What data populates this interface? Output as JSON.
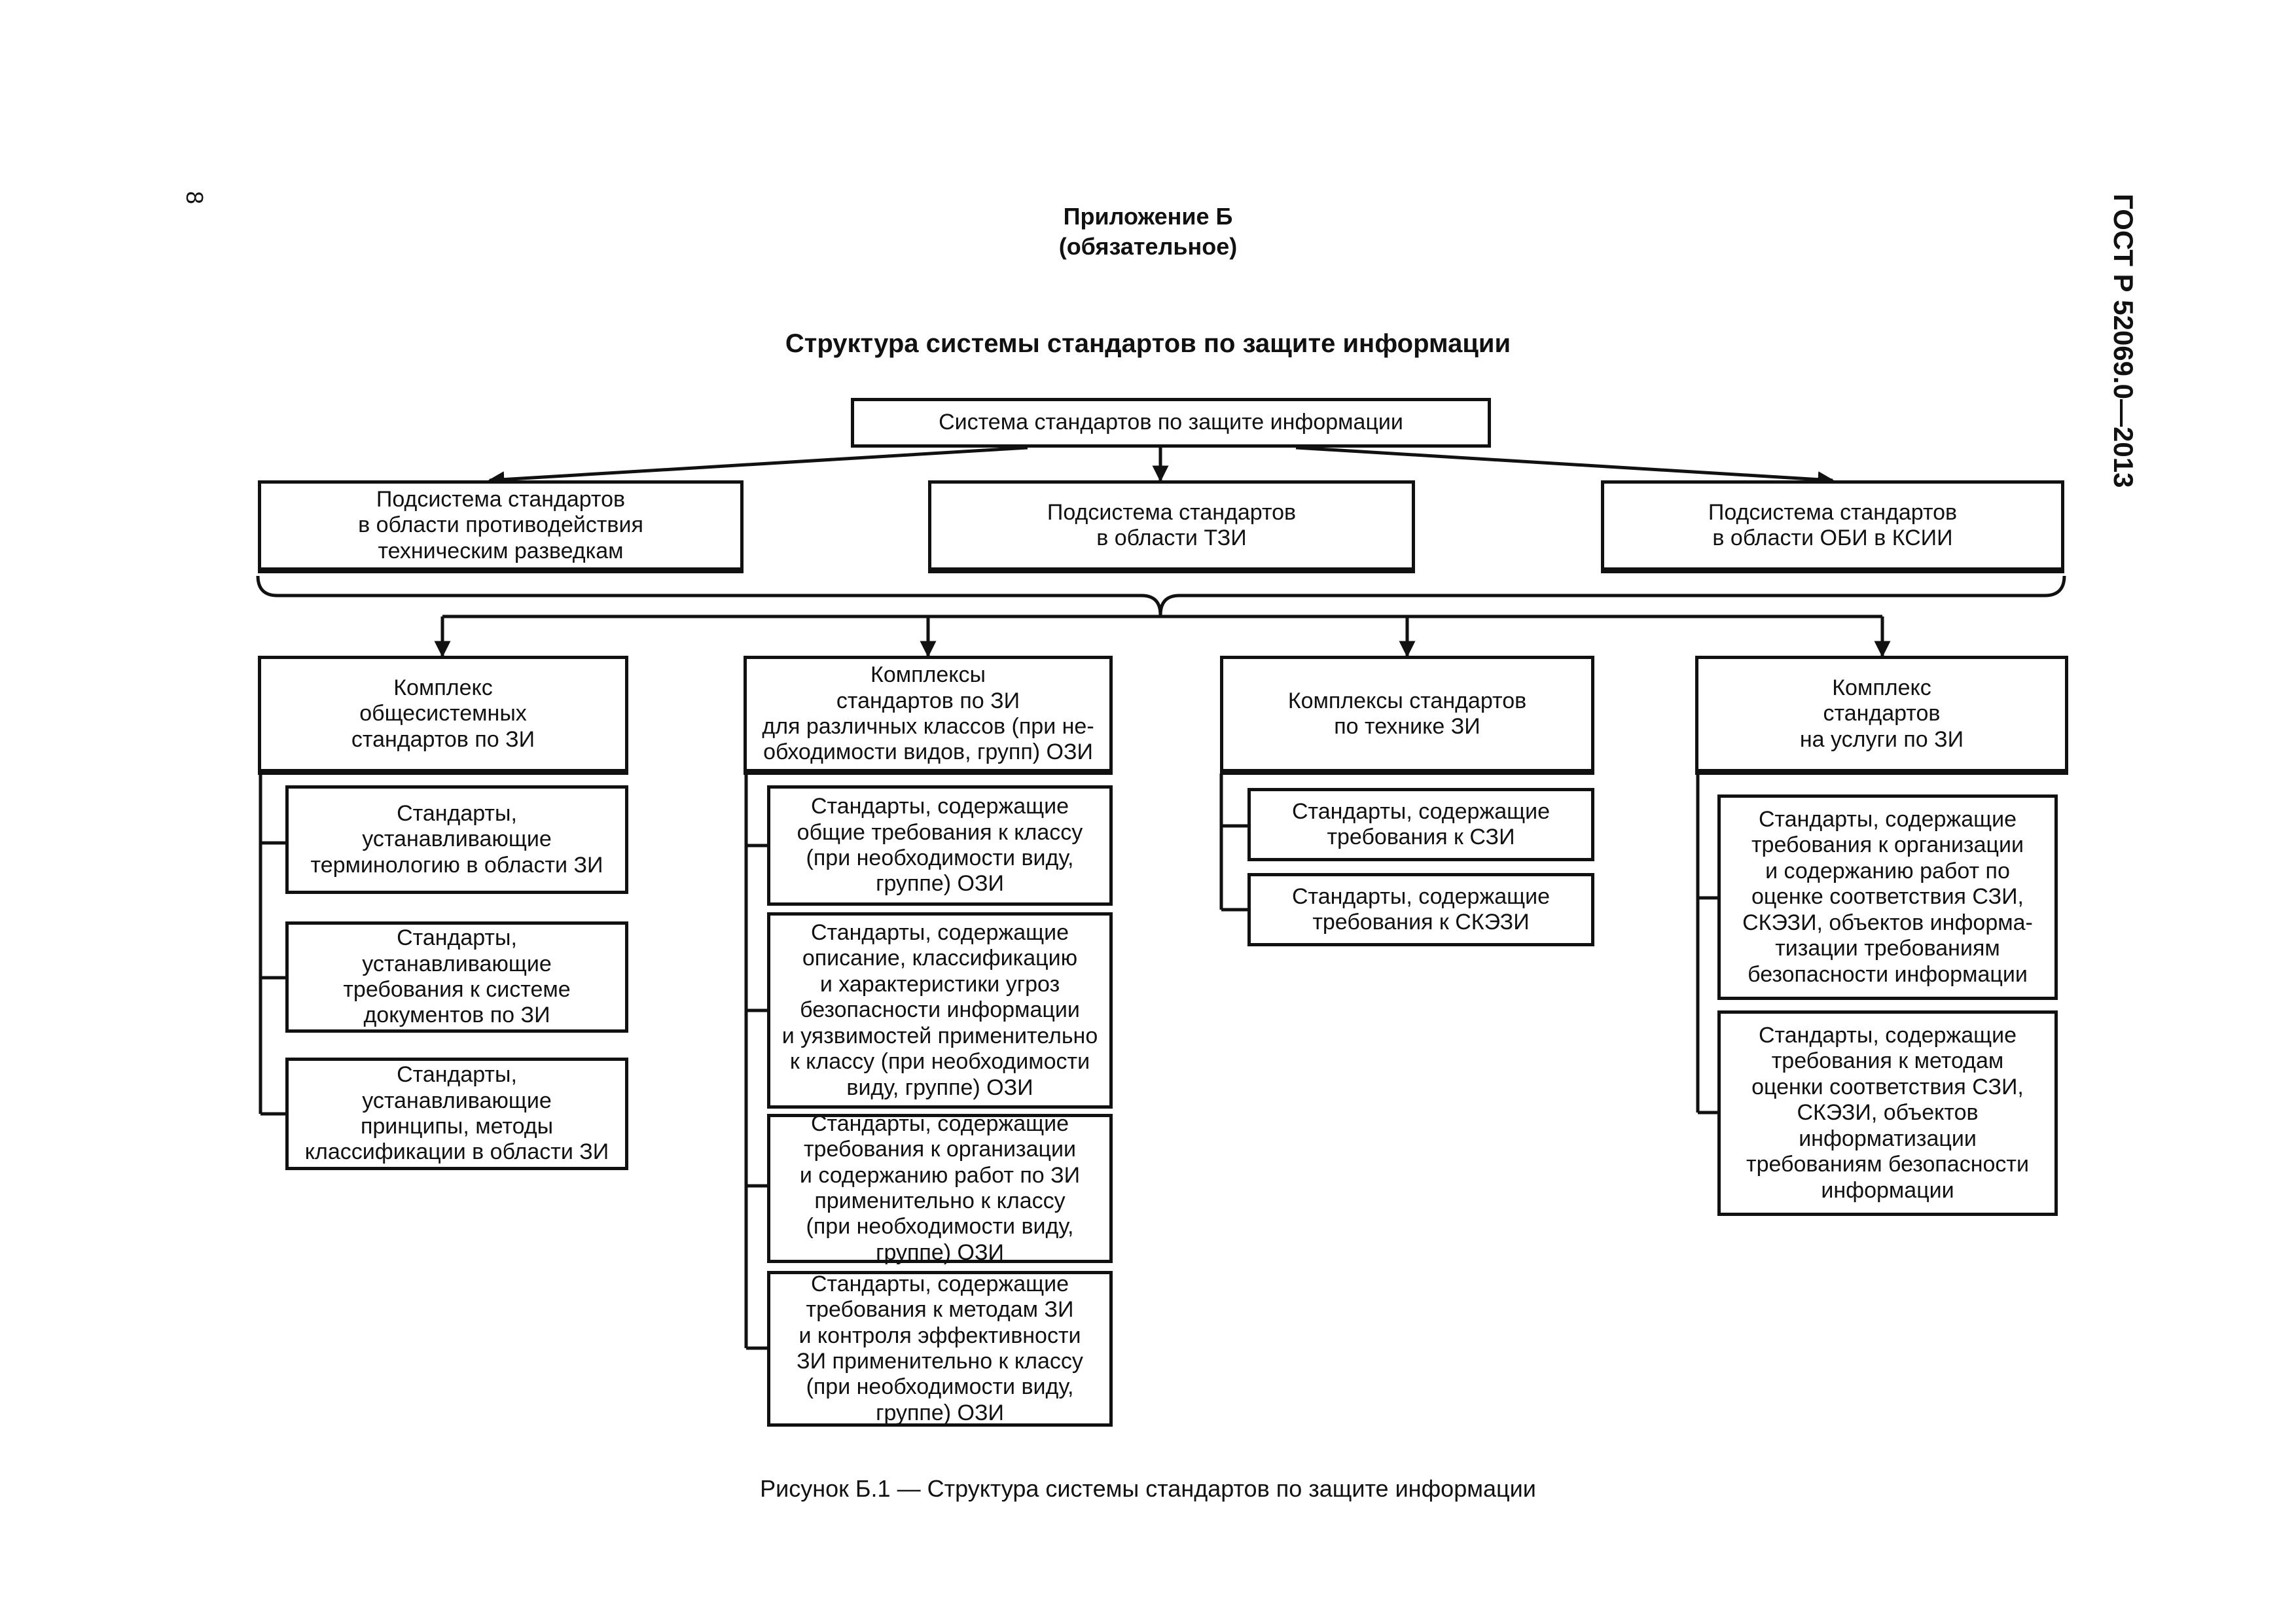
{
  "page": {
    "page_number": "8",
    "standard_id": "ГОСТ Р 52069.0—2013",
    "appendix_title": "Приложение Б",
    "appendix_note": "(обязательное)",
    "title": "Структура системы стандартов по защите информации",
    "caption": "Рисунок Б.1 — Структура системы стандартов по защите информации"
  },
  "diagram": {
    "root": "Система стандартов по защите информации",
    "subsystems": [
      "Подсистема стандартов\nв области противодействия\nтехническим разведкам",
      "Подсистема стандартов\nв области ТЗИ",
      "Подсистема стандартов\nв области ОБИ в КСИИ"
    ],
    "complexes": [
      {
        "title": "Комплекс\nобщесистемных\nстандартов по ЗИ",
        "items": [
          "Стандарты,\nустанавливающие\nтерминологию в области ЗИ",
          "Стандарты,\nустанавливающие\nтребования к системе\nдокументов по ЗИ",
          "Стандарты,\nустанавливающие\nпринципы, методы\nклассификации в области ЗИ"
        ]
      },
      {
        "title": "Комплексы\nстандартов по ЗИ\nдля различных классов (при не-\nобходимости видов, групп) ОЗИ",
        "items": [
          "Стандарты, содержащие\nобщие требования к классу\n(при необходимости виду,\nгруппе) ОЗИ",
          "Стандарты, содержащие\nописание, классификацию\nи характеристики угроз\nбезопасности информации\nи уязвимостей применительно\nк классу (при необходимости\nвиду, группе) ОЗИ",
          "Стандарты, содержащие\nтребования к организации\nи содержанию работ по ЗИ\nприменительно к классу\n(при необходимости виду,\nгруппе) ОЗИ",
          "Стандарты, содержащие\nтребования к методам ЗИ\nи контроля эффективности\nЗИ применительно к классу\n(при необходимости виду,\nгруппе) ОЗИ"
        ]
      },
      {
        "title": "Комплексы стандартов\nпо технике ЗИ",
        "items": [
          "Стандарты, содержащие\nтребования к СЗИ",
          "Стандарты, содержащие\nтребования к СКЭЗИ"
        ]
      },
      {
        "title": "Комплекс\nстандартов\nна услуги по ЗИ",
        "items": [
          "Стандарты, содержащие\nтребования к организации\nи содержанию работ по\nоценке соответствия СЗИ,\nСКЭЗИ, объектов информа-\nтизации требованиям\nбезопасности информации",
          "Стандарты, содержащие\nтребования к методам\nоценки соответствия СЗИ,\nСКЭЗИ, объектов\nинформатизации\nтребованиям безопасности\nинформации"
        ]
      }
    ]
  }
}
